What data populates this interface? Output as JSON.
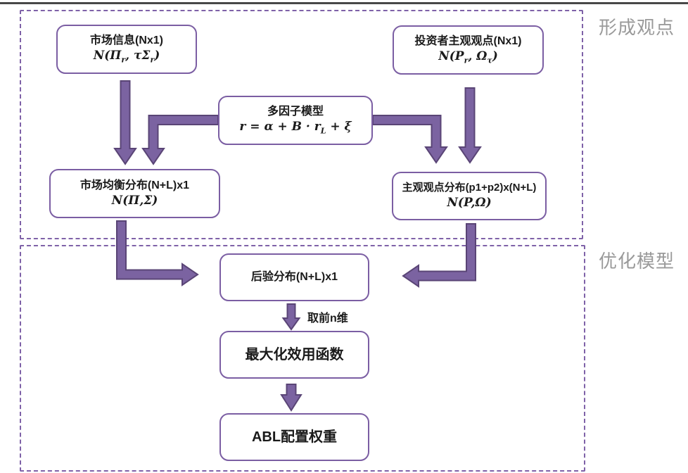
{
  "side_labels": {
    "top": "形成观点",
    "bottom": "优化模型"
  },
  "boxes": {
    "market_info": {
      "title": "市场信息(Nx1)",
      "f_pre": "N(Π",
      "f_sub1": "r",
      "f_mid": ", τΣ",
      "f_sub2": "r",
      "f_post": ")"
    },
    "investor_views": {
      "title": "投资者主观观点(Nx1)",
      "f_pre": "N(P",
      "f_sub1": "r",
      "f_mid": ", Ω",
      "f_sub2": "τ",
      "f_post": ")"
    },
    "factor_model": {
      "title": "多因子模型",
      "f_pre": "r = α + B · r",
      "f_sub1": "L",
      "f_post": " + ξ"
    },
    "equilibrium": {
      "title": "市场均衡分布(N+L)x1",
      "formula": "N(Π,Σ)"
    },
    "subjective_dist": {
      "title": "主观观点分布(p1+p2)x(N+L)",
      "formula": "N(P,Ω)"
    },
    "posterior": {
      "title": "后验分布(N+L)x1"
    },
    "max_utility": {
      "title": "最大化效用函数"
    },
    "abl_weights": {
      "title": "ABL配置权重"
    }
  },
  "annotations": {
    "take_first_n_dims": "取前n维"
  },
  "colors": {
    "accent_purple": "#7f62a8",
    "box_border": "#7b5ea3",
    "arrow_fill": "#7b63a1",
    "arrow_stroke": "#5a4576",
    "side_label_gray": "#9a9a9a",
    "top_rule_gray": "#484848",
    "text_black": "#1a1a1a"
  }
}
